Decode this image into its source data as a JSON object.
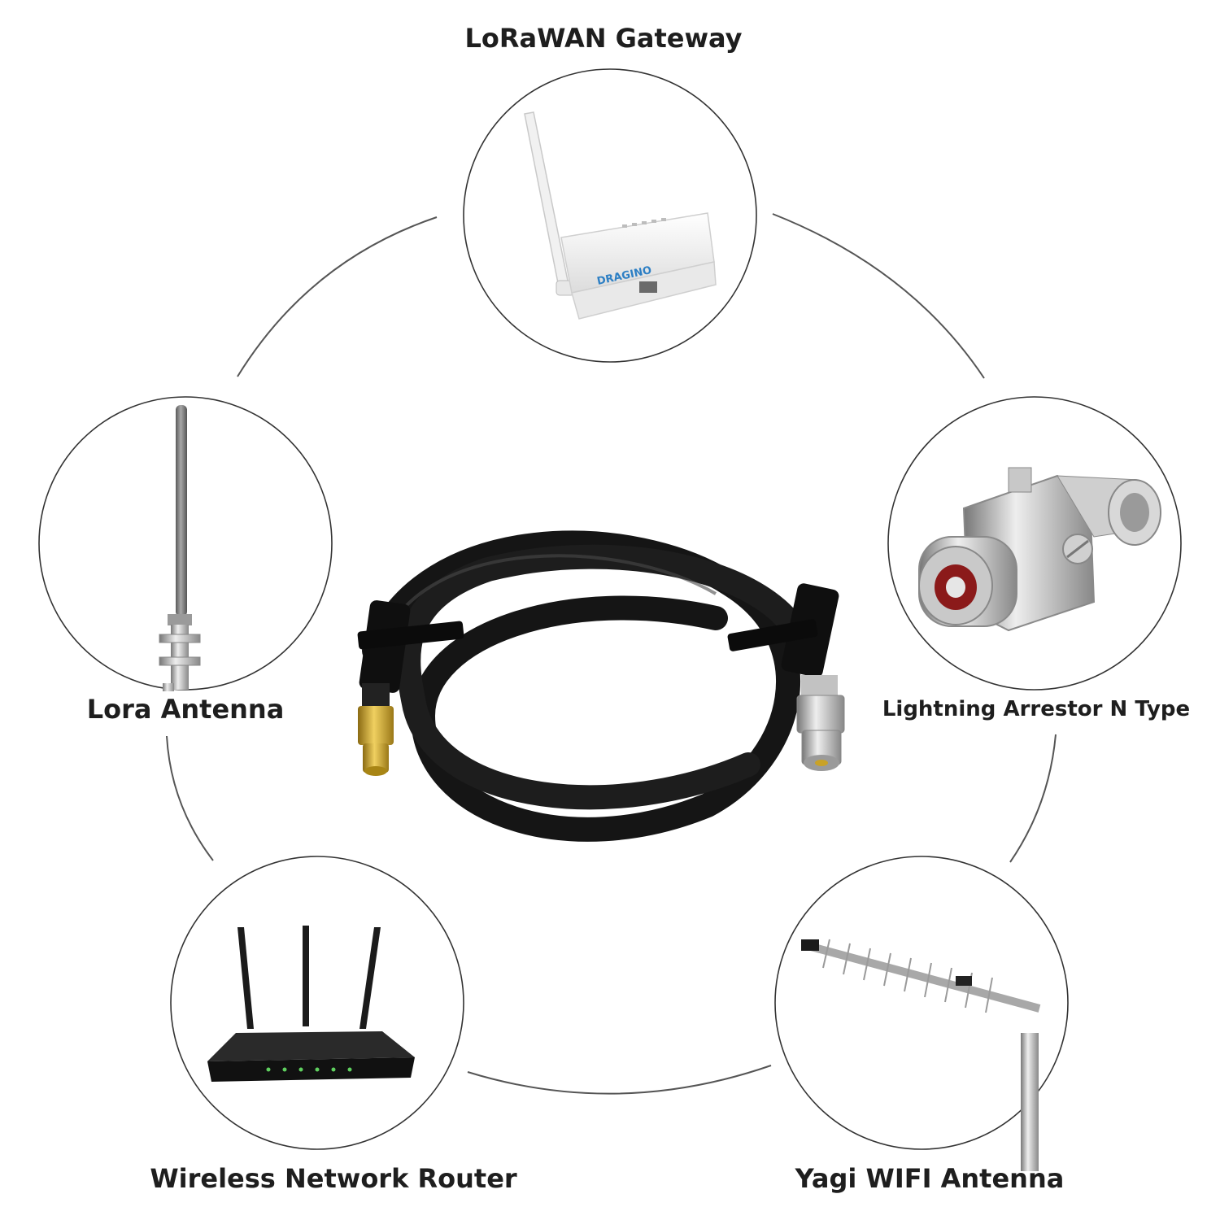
{
  "labels": {
    "gateway": "LoRaWAN Gateway",
    "lora_antenna": "Lora Antenna",
    "arrestor": "Lightning Arrestor N Type",
    "router": "Wireless Network Router",
    "yagi": "Yagi WIFI Antenna"
  },
  "devices": {
    "gateway_brand": "DRAGINO"
  },
  "colors": {
    "ring": "#555555",
    "circle_stroke": "#333333",
    "text": "#1e1e1e",
    "cable": "#141414",
    "gold": "#c9a227",
    "nickel": "#b8b8b8"
  }
}
